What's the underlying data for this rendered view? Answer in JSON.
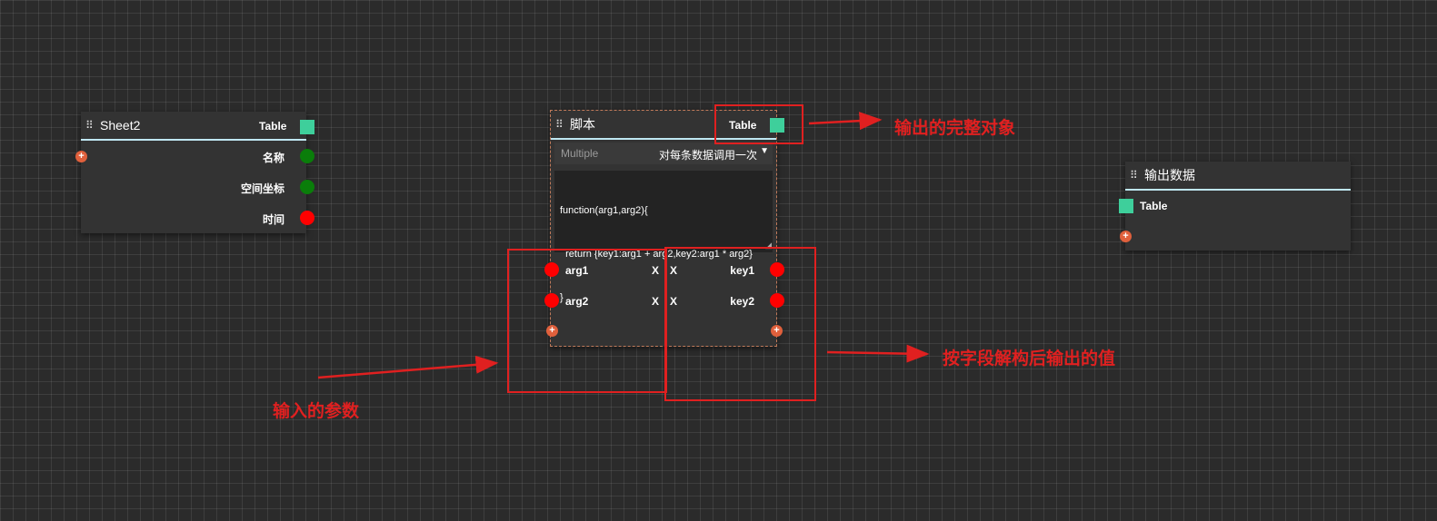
{
  "nodes": {
    "sheet2": {
      "title": "Sheet2",
      "output_label": "Table",
      "fields": [
        {
          "label": "名称",
          "status": "green"
        },
        {
          "label": "空间坐标",
          "status": "green"
        },
        {
          "label": "时间",
          "status": "red"
        }
      ],
      "add_symbol": "+"
    },
    "script": {
      "title": "脚本",
      "output_label": "Table",
      "mode_placeholder": "Multiple",
      "call_mode": "对每条数据调用一次",
      "code_lines": [
        "function(arg1,arg2){",
        "  return {key1:arg1 + arg2,key2:arg1 * arg2}",
        "}"
      ],
      "inputs": [
        {
          "label": "arg1",
          "remove": "X"
        },
        {
          "label": "arg2",
          "remove": "X"
        }
      ],
      "outputs": [
        {
          "label": "key1",
          "remove": "X"
        },
        {
          "label": "key2",
          "remove": "X"
        }
      ],
      "add_symbol": "+"
    },
    "output": {
      "title": "输出数据",
      "input_label": "Table",
      "add_symbol": "+"
    }
  },
  "annotations": {
    "full_object": "输出的完整对象",
    "destructured": "按字段解构后输出的值",
    "inputs": "输入的参数"
  },
  "colors": {
    "table_port": "#3ecf9b",
    "field_ok": "#0a7d0a",
    "field_missing": "#ff0000",
    "add_button": "#e0603c",
    "annotation": "#e02020",
    "header_underline": "#bfe7f2"
  }
}
